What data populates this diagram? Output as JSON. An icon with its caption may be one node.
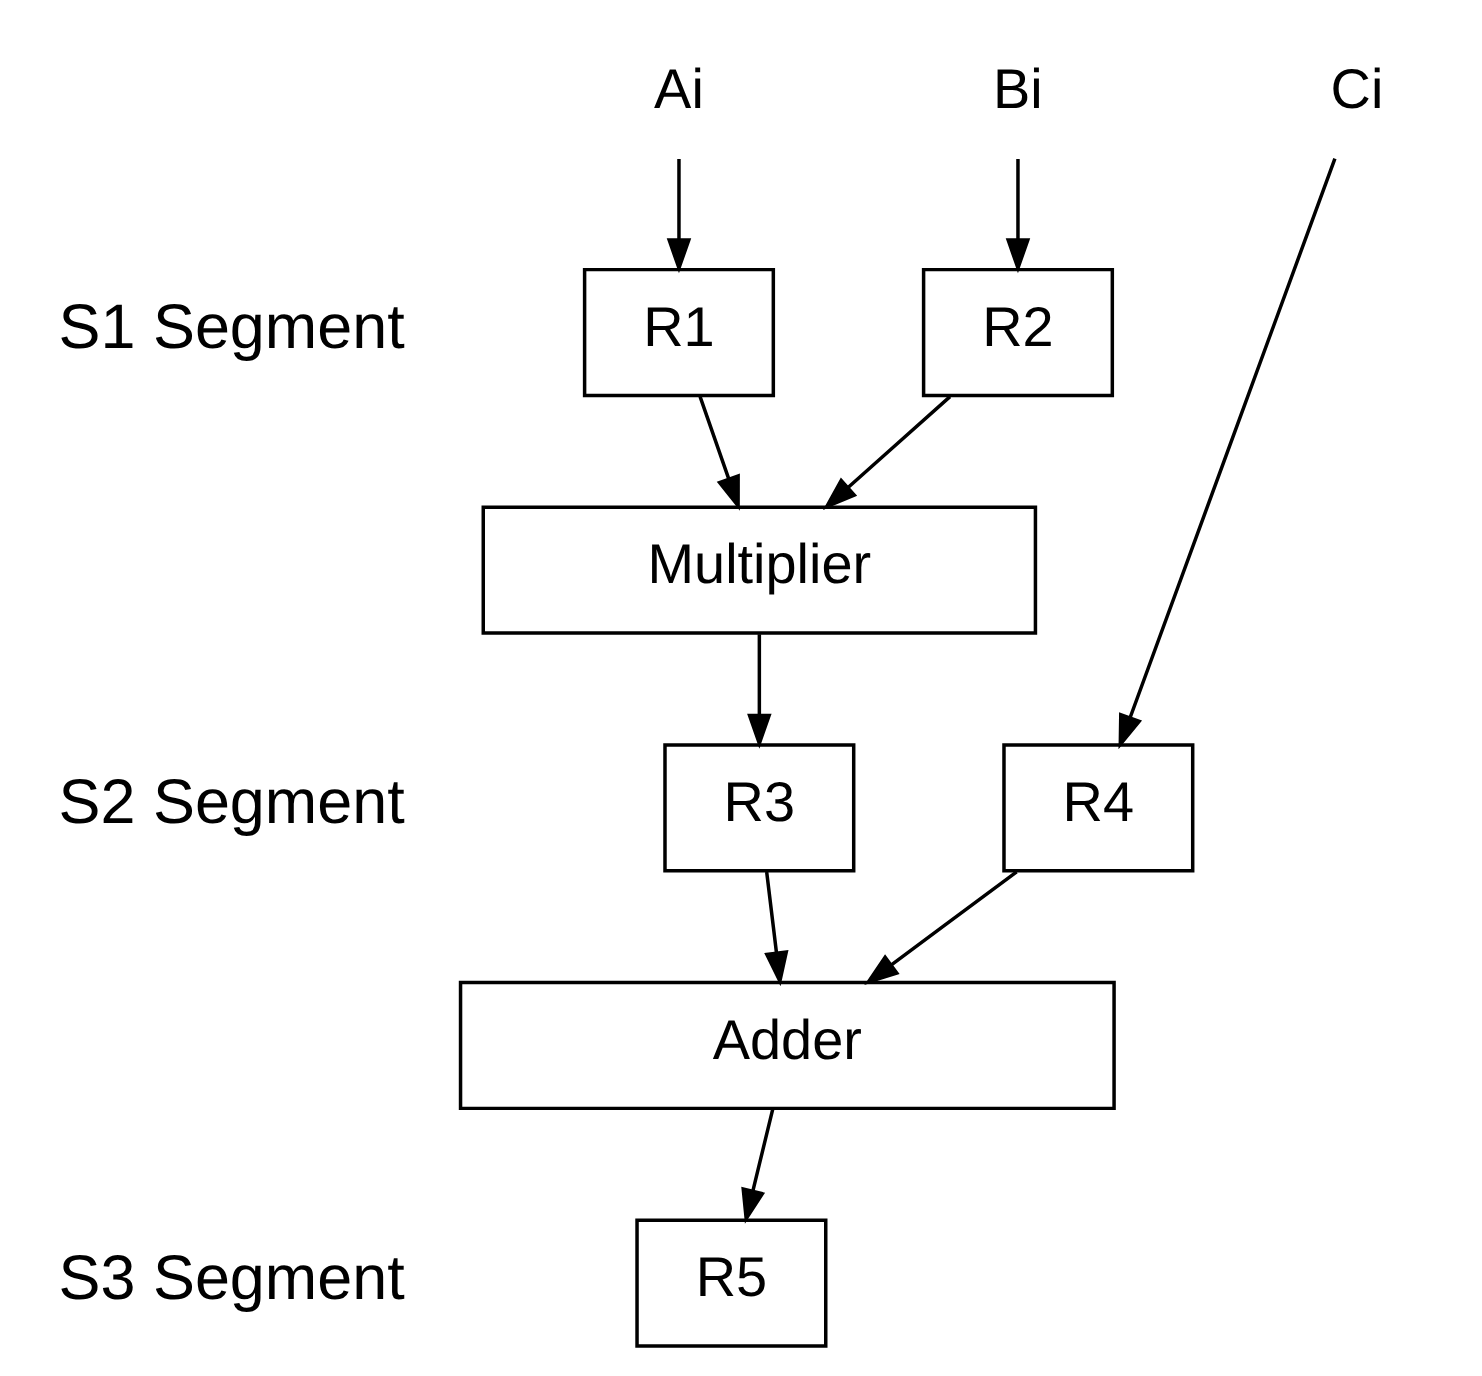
{
  "diagram": {
    "nodes": [
      {
        "text": [
          "Ai"
        ]
      },
      {
        "text": [
          "Bi"
        ]
      },
      {
        "text": [
          "Ci"
        ]
      },
      {
        "text": [
          "R1"
        ]
      },
      {
        "text": [
          "R2"
        ]
      },
      {
        "text": [
          "Multiplier"
        ]
      },
      {
        "text": [
          "R3"
        ]
      },
      {
        "text": [
          "R4"
        ]
      },
      {
        "text": [
          "Adder"
        ]
      },
      {
        "text": [
          "R5"
        ]
      }
    ],
    "edges": [
      {
        "from": 0,
        "to": 3,
        "arrow": "to"
      },
      {
        "from": 1,
        "to": 4,
        "arrow": "to"
      },
      {
        "from": 3,
        "to": 5,
        "arrow": "to"
      },
      {
        "from": 4,
        "to": 5,
        "arrow": "to"
      },
      {
        "from": 5,
        "to": 6,
        "arrow": "to"
      },
      {
        "from": 2,
        "to": 7,
        "arrow": "to"
      },
      {
        "from": 6,
        "to": 8,
        "arrow": "to"
      },
      {
        "from": 7,
        "to": 8,
        "arrow": "to"
      },
      {
        "from": 8,
        "to": 9,
        "arrow": "to"
      }
    ],
    "labels": [
      "S1 Segment",
      "S2 Segment",
      "S3 Segment"
    ]
  }
}
